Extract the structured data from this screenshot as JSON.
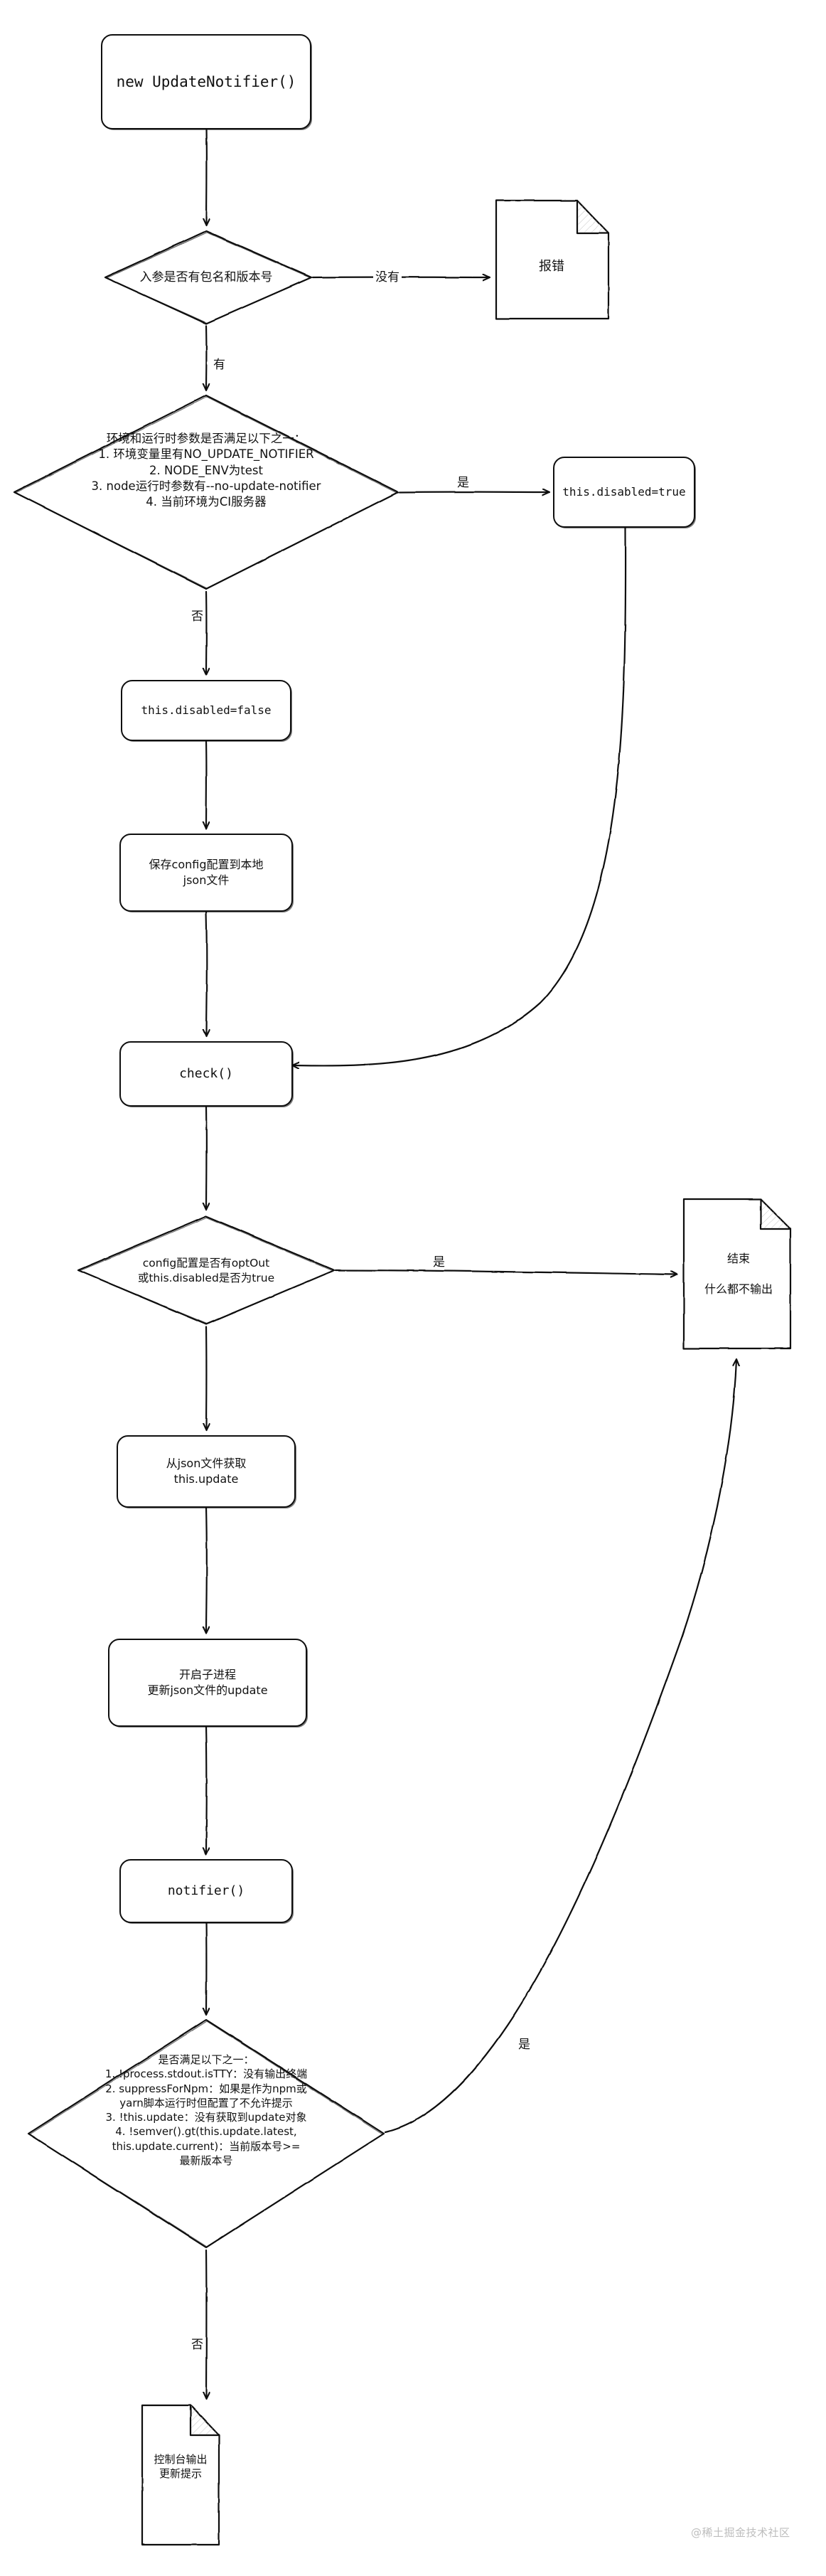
{
  "diagram": {
    "title": "UpdateNotifier flowchart",
    "style": "hand-drawn",
    "stroke_color": "#0f0f0f",
    "background_color": "#ffffff",
    "watermark": "@稀土掘金技术社区"
  },
  "nodes": {
    "start": {
      "label": "new UpdateNotifier()",
      "shape": "rounded-rect"
    },
    "decision_args": {
      "label": "入参是否有包名和版本号",
      "shape": "diamond"
    },
    "error_doc": {
      "label": "报错",
      "shape": "document"
    },
    "decision_env": {
      "label": "环境和运行时参数是否满足以下之一：\n1. 环境变量里有NO_UPDATE_NOTIFIER\n2. NODE_ENV为test\n3. node运行时参数有--no-update-notifier\n4. 当前环境为CI服务器",
      "shape": "diamond",
      "lines": [
        "环境和运行时参数是否满足以下之一：",
        "1. 环境变量里有NO_UPDATE_NOTIFIER",
        "2. NODE_ENV为test",
        "3. node运行时参数有--no-update-notifier",
        "4. 当前环境为CI服务器"
      ]
    },
    "disabled_true": {
      "label": "this.disabled=true",
      "shape": "rounded-rect"
    },
    "disabled_false": {
      "label": "this.disabled=false",
      "shape": "rounded-rect"
    },
    "save_config": {
      "label": "保存config配置到本地\njson文件",
      "shape": "rounded-rect"
    },
    "check": {
      "label": "check()",
      "shape": "rounded-rect"
    },
    "decision_optout": {
      "label": "config配置是否有optOut\n或this.disabled是否为true",
      "shape": "diamond",
      "lines": [
        "config配置是否有optOut",
        "或this.disabled是否为true"
      ]
    },
    "end_doc": {
      "label": "结束\n\n什么都不输出",
      "shape": "document",
      "lines": [
        "结束",
        "什么都不输出"
      ]
    },
    "get_update": {
      "label": "从json文件获取\nthis.update",
      "shape": "rounded-rect"
    },
    "child_process": {
      "label": "开启子进程\n更新json文件的update",
      "shape": "rounded-rect"
    },
    "notifier": {
      "label": "notifier()",
      "shape": "rounded-rect"
    },
    "decision_final": {
      "label": "是否满足以下之一：\n1. !process.stdout.isTTY：没有输出终端\n2. suppressForNpm：如果是作为npm或\nyarn脚本运行时但配置了不允许提示\n3. !this.update：没有获取到update对象\n4. !semver().gt(this.update.latest,\nthis.update.current)：当前版本号>=\n最新版本号",
      "shape": "diamond",
      "lines": [
        "是否满足以下之一：",
        "1. !process.stdout.isTTY：没有输出终端",
        "2.  suppressForNpm：如果是作为npm或",
        "yarn脚本运行时但配置了不允许提示",
        "3. !this.update：没有获取到update对象",
        "4.   !semver().gt(this.update.latest,",
        "this.update.current)：当前版本号>=",
        "最新版本号"
      ]
    },
    "console_output": {
      "label": "控制台输出\n更新提示",
      "shape": "document",
      "lines": [
        "控制台输出",
        "更新提示"
      ]
    }
  },
  "edges": [
    {
      "from": "start",
      "to": "decision_args",
      "label": ""
    },
    {
      "from": "decision_args",
      "to": "error_doc",
      "label": "没有"
    },
    {
      "from": "decision_args",
      "to": "decision_env",
      "label": "有"
    },
    {
      "from": "decision_env",
      "to": "disabled_true",
      "label": "是"
    },
    {
      "from": "decision_env",
      "to": "disabled_false",
      "label": "否"
    },
    {
      "from": "disabled_false",
      "to": "save_config",
      "label": ""
    },
    {
      "from": "save_config",
      "to": "check",
      "label": ""
    },
    {
      "from": "disabled_true",
      "to": "check",
      "label": ""
    },
    {
      "from": "check",
      "to": "decision_optout",
      "label": ""
    },
    {
      "from": "decision_optout",
      "to": "end_doc",
      "label": "是"
    },
    {
      "from": "decision_optout",
      "to": "get_update",
      "label": ""
    },
    {
      "from": "get_update",
      "to": "child_process",
      "label": ""
    },
    {
      "from": "child_process",
      "to": "notifier",
      "label": ""
    },
    {
      "from": "notifier",
      "to": "decision_final",
      "label": ""
    },
    {
      "from": "decision_final",
      "to": "end_doc",
      "label": "是"
    },
    {
      "from": "decision_final",
      "to": "console_output",
      "label": "否"
    }
  ],
  "edge_labels": {
    "no_args": "没有",
    "has_args": "有",
    "env_yes": "是",
    "env_no": "否",
    "optout_yes": "是",
    "final_yes": "是",
    "final_no": "否"
  }
}
